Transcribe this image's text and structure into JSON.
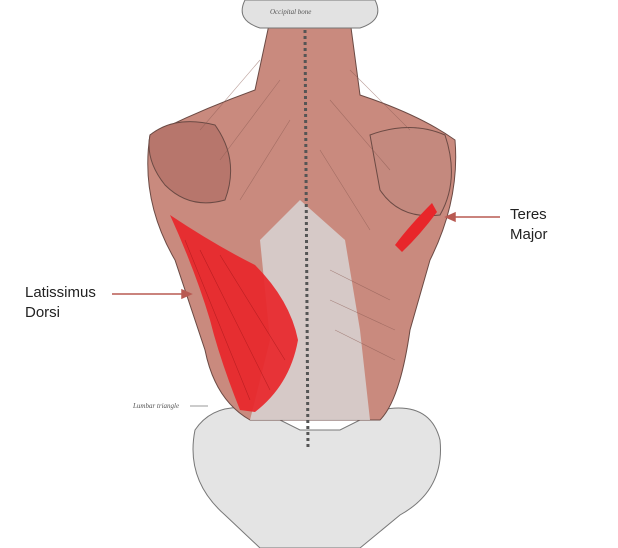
{
  "labels": {
    "teres_major": [
      "Teres",
      "Major"
    ],
    "latissimus_dorsi": [
      "Latissimus",
      "Dorsi"
    ],
    "lumbar_triangle": "Lumbar triangle",
    "occipital_bone": "Occipital bone"
  },
  "colors": {
    "highlight": "#e8262a",
    "muscle": "#c98a7e",
    "bone": "#dcdcdc",
    "arrow": "#b85a52"
  }
}
